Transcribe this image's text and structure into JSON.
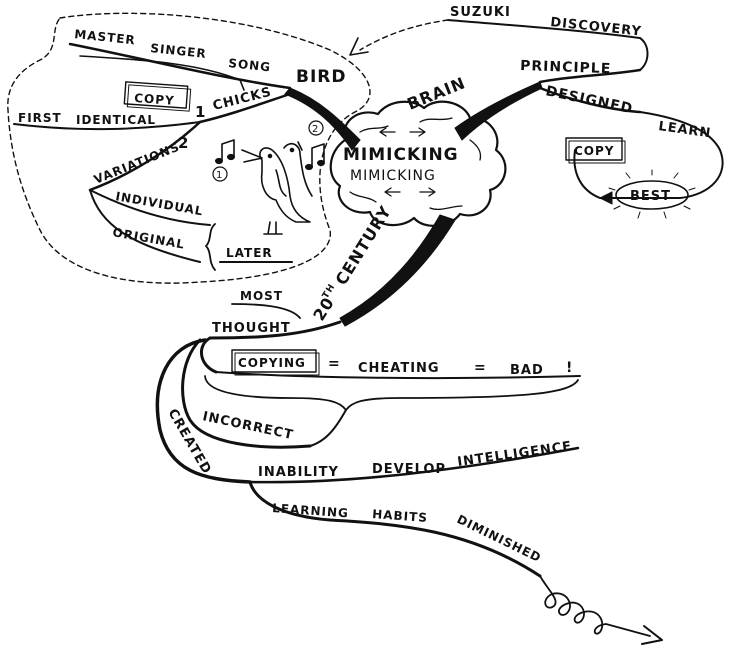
{
  "center": {
    "word1": "MIMICKING",
    "word2": "MIMICKING"
  },
  "brain_branch": {
    "label": "BRAIN",
    "principle": "PRINCIPLE",
    "suzuki": "SUZUKI",
    "discovery": "DISCOVERY",
    "designed": "DESIGNED",
    "learn": "LEARN",
    "copy": "COPY",
    "best": "BEST"
  },
  "bird_branch": {
    "label": "BIRD",
    "master": "MASTER",
    "singer": "SINGER",
    "song": "SONG",
    "copy": "COPY",
    "one": "1",
    "chicks": "CHICKS",
    "first": "FIRST",
    "identical": "IDENTICAL",
    "variations": "VARIATIONS",
    "two": "2",
    "individual": "INDIVIDUAL",
    "original": "ORIGINAL",
    "later": "LATER",
    "note_one": "1",
    "note_two": "2"
  },
  "century_branch": {
    "label": "20",
    "label_sup": "TH",
    "label_rest": "CENTURY",
    "most": "MOST",
    "thought": "THOUGHT",
    "copying": "COPYING",
    "eq1": "=",
    "cheating": "CHEATING",
    "eq2": "=",
    "bad": "BAD",
    "bang": "!",
    "incorrect": "INCORRECT",
    "created": "CREATED",
    "inability": "INABILITY",
    "develop": "DEVELOP",
    "intelligence": "INTELLIGENCE",
    "learning": "LEARNING",
    "habits": "HABITS",
    "diminished": "DIMINISHED"
  },
  "colors": {
    "ink": "#111111",
    "paper": "#ffffff"
  }
}
